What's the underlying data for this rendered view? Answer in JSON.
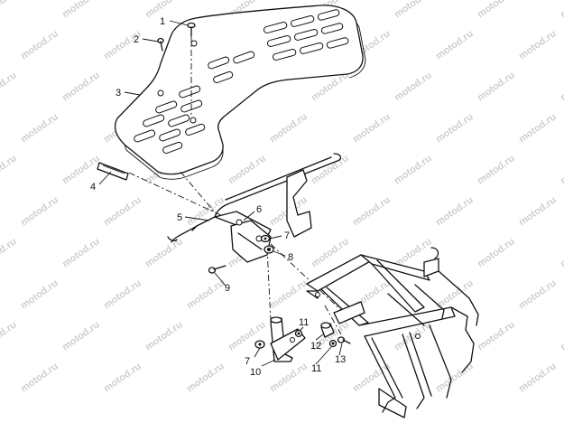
{
  "watermark": "motod.ru",
  "callouts": {
    "c1": "1",
    "c2": "2",
    "c3": "3",
    "c4": "4",
    "c5": "5",
    "c6": "6",
    "c7a": "7",
    "c8": "8",
    "c9": "9",
    "c7b": "7",
    "c10": "10",
    "c11a": "11",
    "c12": "12",
    "c11b": "11",
    "c13": "13"
  }
}
